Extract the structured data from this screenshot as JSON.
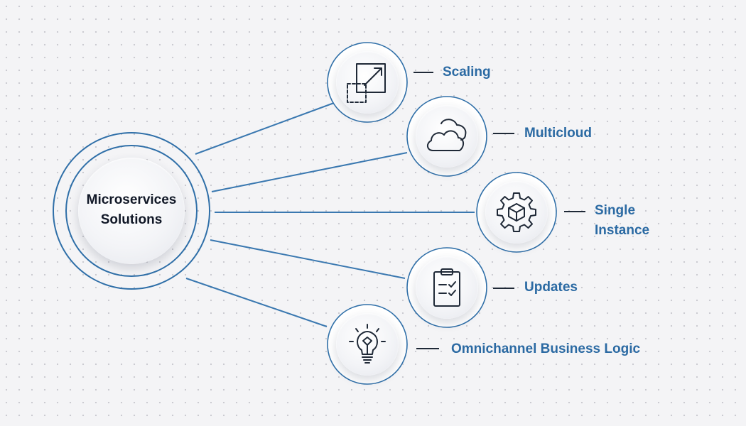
{
  "hub": {
    "line1": "Microservices",
    "line2": "Solutions"
  },
  "branches": [
    {
      "label_line1": "Scaling",
      "icon": "scaling-icon"
    },
    {
      "label_line1": "Multicloud",
      "icon": "cloud-icon"
    },
    {
      "label_line1": "Single",
      "label_line2": "Instance",
      "icon": "gear-cube-icon"
    },
    {
      "label_line1": "Updates",
      "icon": "clipboard-checklist-icon"
    },
    {
      "label_line1": "Omnichannel Business Logic",
      "icon": "lightbulb-icon"
    }
  ],
  "colors": {
    "accent": "#2b6aa3",
    "line": "#3a78b0",
    "text_dark": "#111827",
    "background": "#f4f4f6"
  }
}
